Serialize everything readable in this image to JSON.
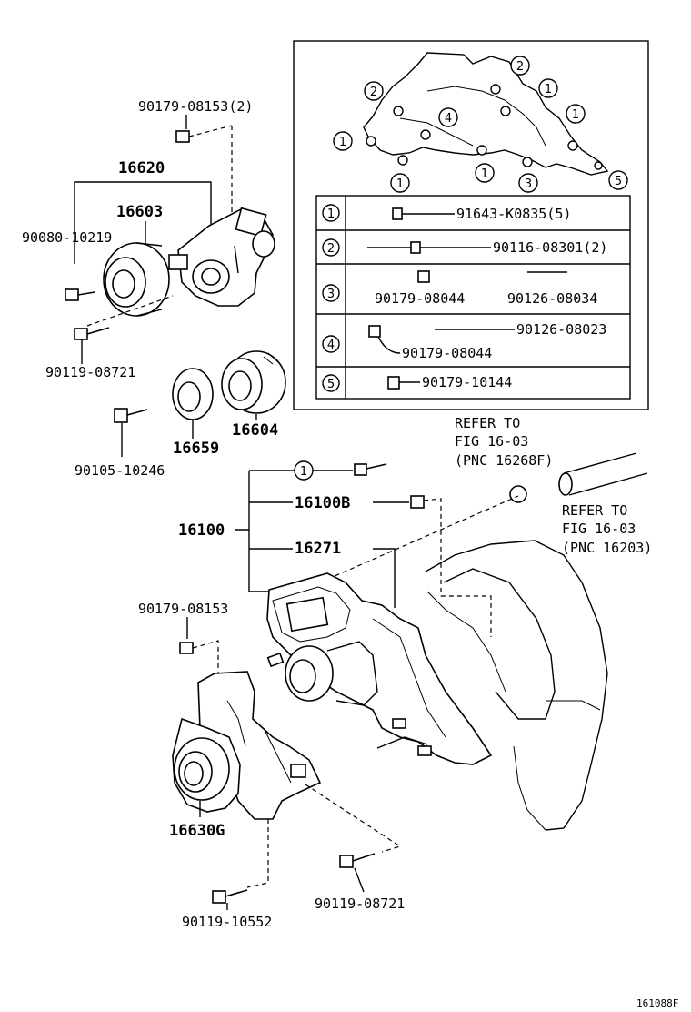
{
  "labels": {
    "p90179_08153_2": "90179-08153(2)",
    "p16620": "16620",
    "p16603": "16603",
    "p90080_10219": "90080-10219",
    "p90119_08721_a": "90119-08721",
    "p90105_10246": "90105-10246",
    "p16659": "16659",
    "p16604": "16604",
    "p16100": "16100",
    "p16100b": "16100B",
    "p16271": "16271",
    "p90179_08153": "90179-08153",
    "p16630g": "16630G",
    "p90119_10552": "90119-10552",
    "p90119_08721_b": "90119-08721"
  },
  "refer1": [
    "REFER TO",
    "FIG 16-03",
    "(PNC 16268F)"
  ],
  "refer2": [
    "REFER TO",
    "FIG 16-03",
    "(PNC 16203)"
  ],
  "legend": {
    "r1": {
      "num": "1",
      "part": "91643-K0835(5)"
    },
    "r2": {
      "num": "2",
      "part": "90116-08301(2)"
    },
    "r3": {
      "num": "3",
      "part_a": "90179-08044",
      "part_b": "90126-08034"
    },
    "r4": {
      "num": "4",
      "part_a": "90126-08023",
      "part_b": "90179-08044"
    },
    "r5": {
      "num": "5",
      "part": "90179-10144"
    }
  },
  "inset_markers": [
    "2",
    "2",
    "1",
    "1",
    "4",
    "1",
    "1",
    "1",
    "3",
    "5"
  ],
  "marker_16100": "1",
  "figure_code": "161088F"
}
